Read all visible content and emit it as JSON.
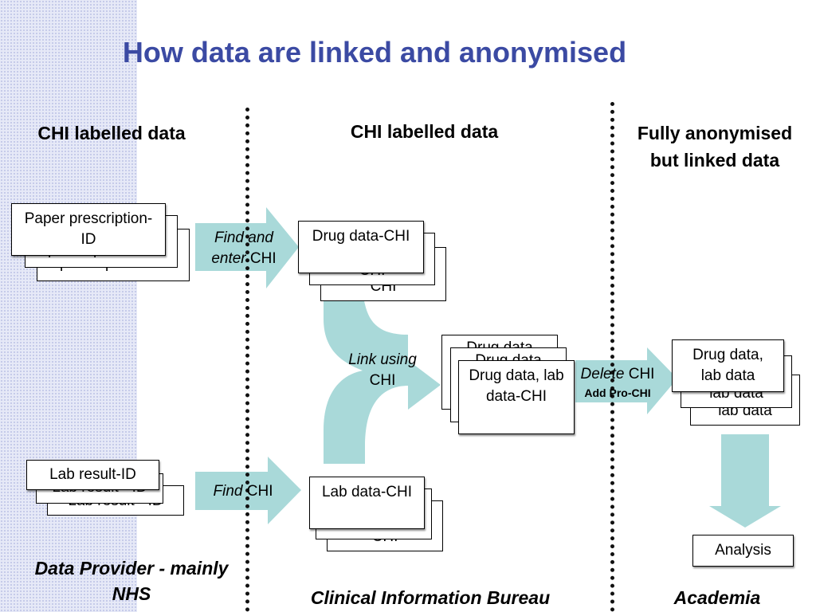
{
  "title": "How data are linked and anonymised",
  "columns": {
    "provider": {
      "header": "CHI labelled data",
      "footer": "Data Provider - mainly NHS"
    },
    "bureau": {
      "header": "CHI labelled data",
      "footer": "Clinical Information Bureau"
    },
    "academia": {
      "header": "Fully anonymised but linked data",
      "footer": "Academia"
    }
  },
  "cards": {
    "paper_prescription": "Paper prescription-ID",
    "paper_prescription_back": "prescription - ID",
    "lab_result": "Lab result-ID",
    "lab_result_back1": "Lab result - ID",
    "lab_result_back2": "Lab result - ID",
    "drug_data": "Drug data-CHI",
    "drug_data_back": "CHI",
    "lab_data": "Lab data-CHI",
    "lab_data_back": "CHI",
    "linked": "Drug data, lab data-CHI",
    "linked_back1": "Drug data",
    "linked_back2": "Drug data",
    "anon": "Drug data, lab data",
    "anon_back1": "lab data",
    "anon_back2": "lab data",
    "analysis": "Analysis"
  },
  "arrows": {
    "find_enter": {
      "italic": "Find and enter",
      "plain": "CHI"
    },
    "find": {
      "italic": "Find",
      "plain": "CHI"
    },
    "link": {
      "italic": "Link using",
      "plain": "CHI"
    },
    "delete": {
      "italic": "Delete",
      "plain": "CHI",
      "sub": "Add Pro-CHI"
    }
  },
  "colors": {
    "title": "#3b4aa3",
    "arrow": "#a9d9d9",
    "stripe": "#e6e9f7"
  }
}
